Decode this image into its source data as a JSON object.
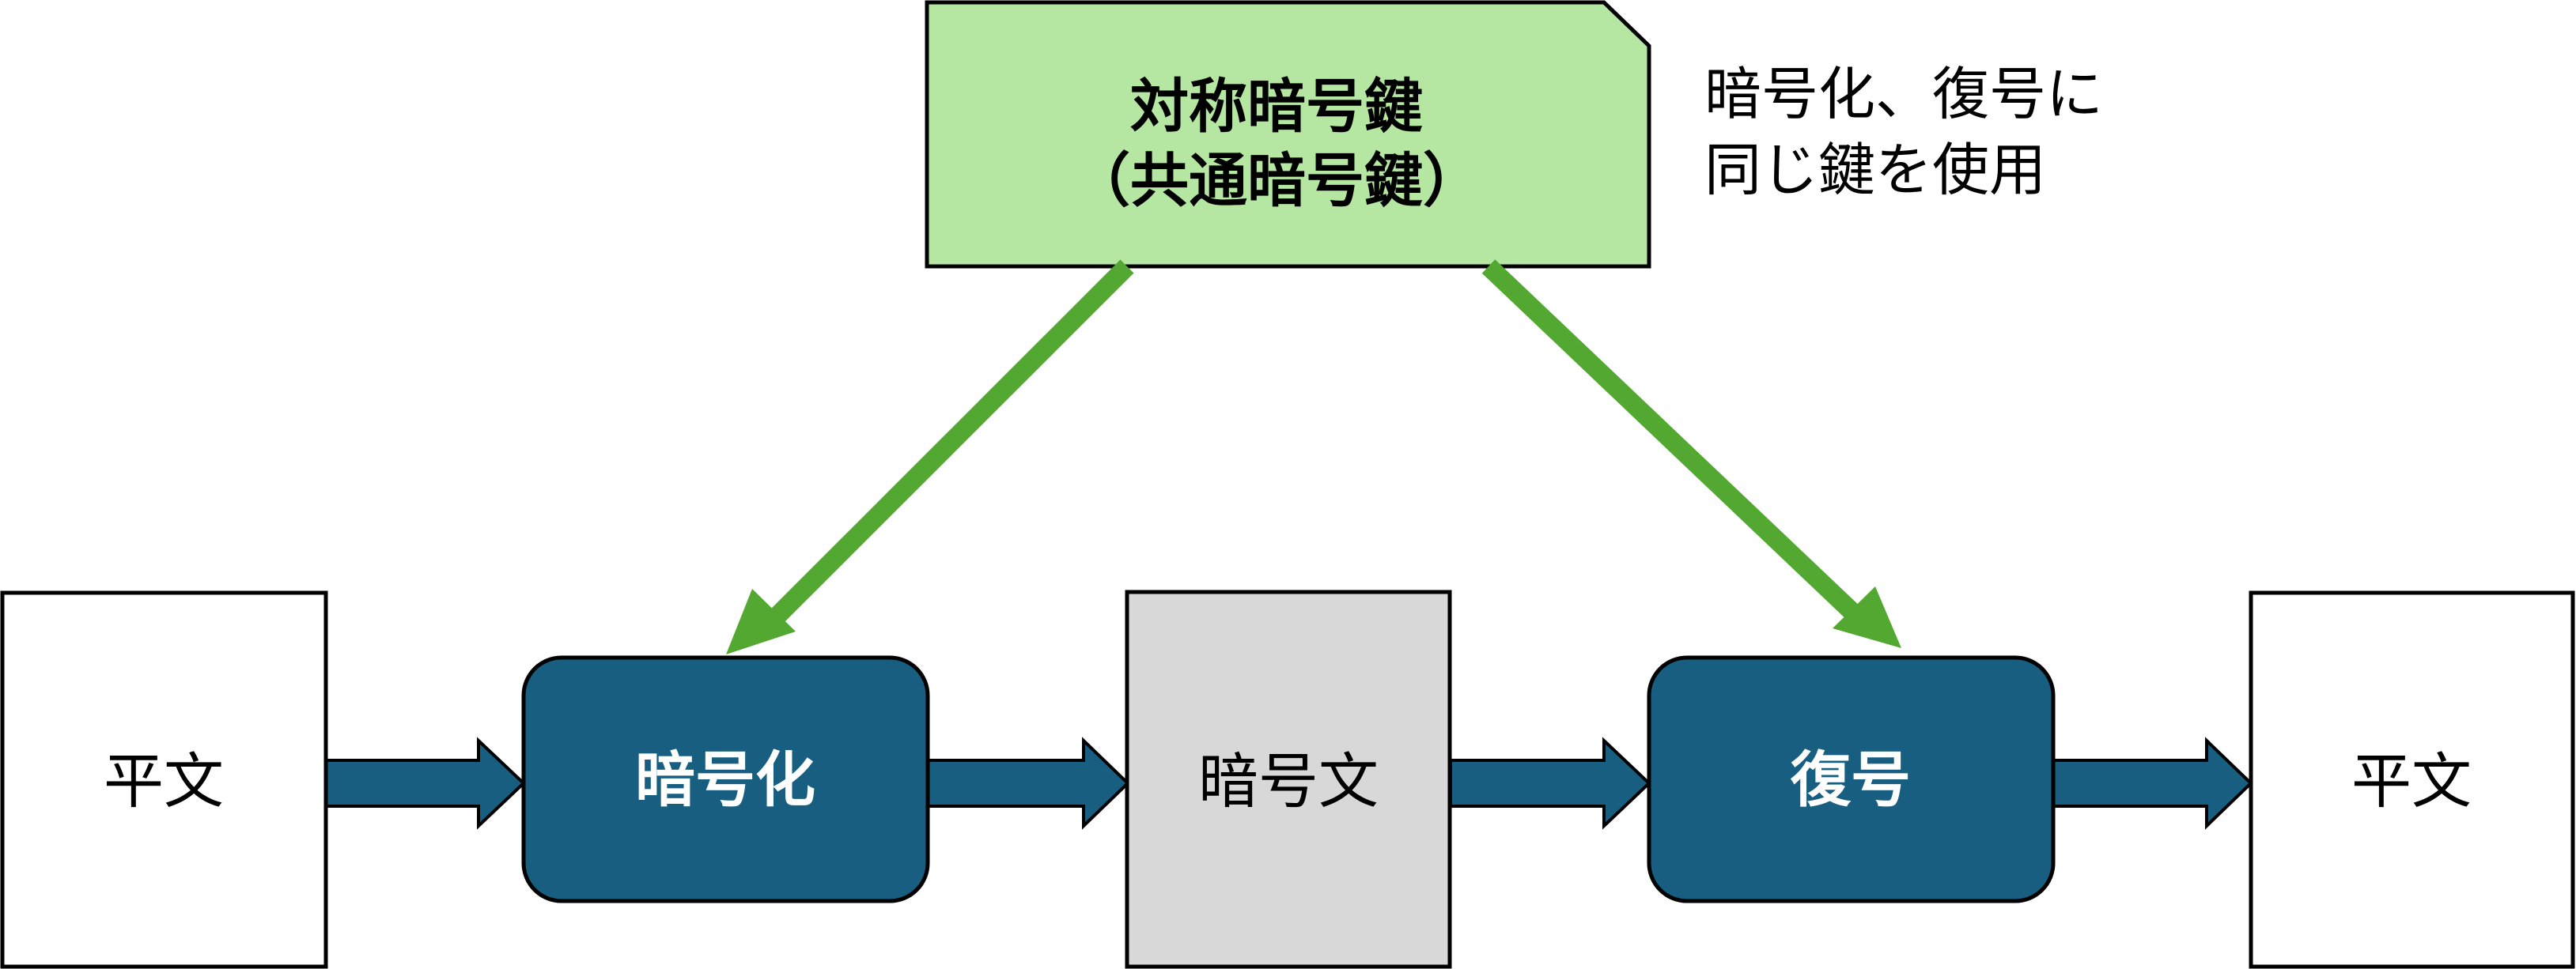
{
  "diagram": {
    "key_box": {
      "title": "対称暗号鍵",
      "subtitle": "（共通暗号鍵）"
    },
    "key_note": {
      "line1": "暗号化、復号に",
      "line2": "同じ鍵を使用"
    },
    "nodes": {
      "plaintext_in": "平文",
      "encrypt": "暗号化",
      "ciphertext": "暗号文",
      "decrypt": "復号",
      "plaintext_out": "平文"
    },
    "colors": {
      "key_fill": "#b5e6a2",
      "key_arrow": "#52a830",
      "process_fill": "#175e80",
      "flow_arrow": "#175e80",
      "cipher_fill": "#d8d8d8",
      "plain_fill": "#ffffff",
      "stroke": "#000000",
      "process_text": "#ffffff",
      "text": "#000000"
    }
  }
}
